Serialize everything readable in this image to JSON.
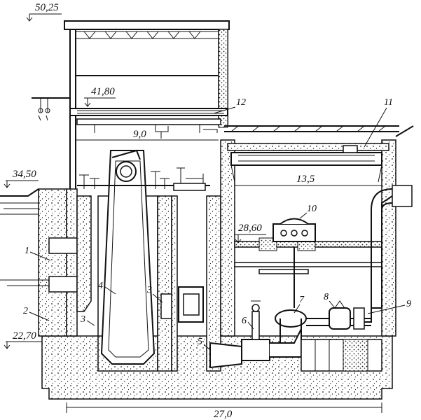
{
  "elevations": {
    "top": "50,25",
    "crane_floor": "41,80",
    "ground": "34,50",
    "pump_floor": "28,60",
    "bottom": "22,70"
  },
  "dimensions": {
    "span_upper": "9,0",
    "span_pump_hall": "13,5",
    "total_length": "27,0"
  },
  "callouts": [
    "1",
    "2",
    "3",
    "3",
    "4",
    "5",
    "6",
    "7",
    "8",
    "9",
    "10",
    "11",
    "12"
  ]
}
